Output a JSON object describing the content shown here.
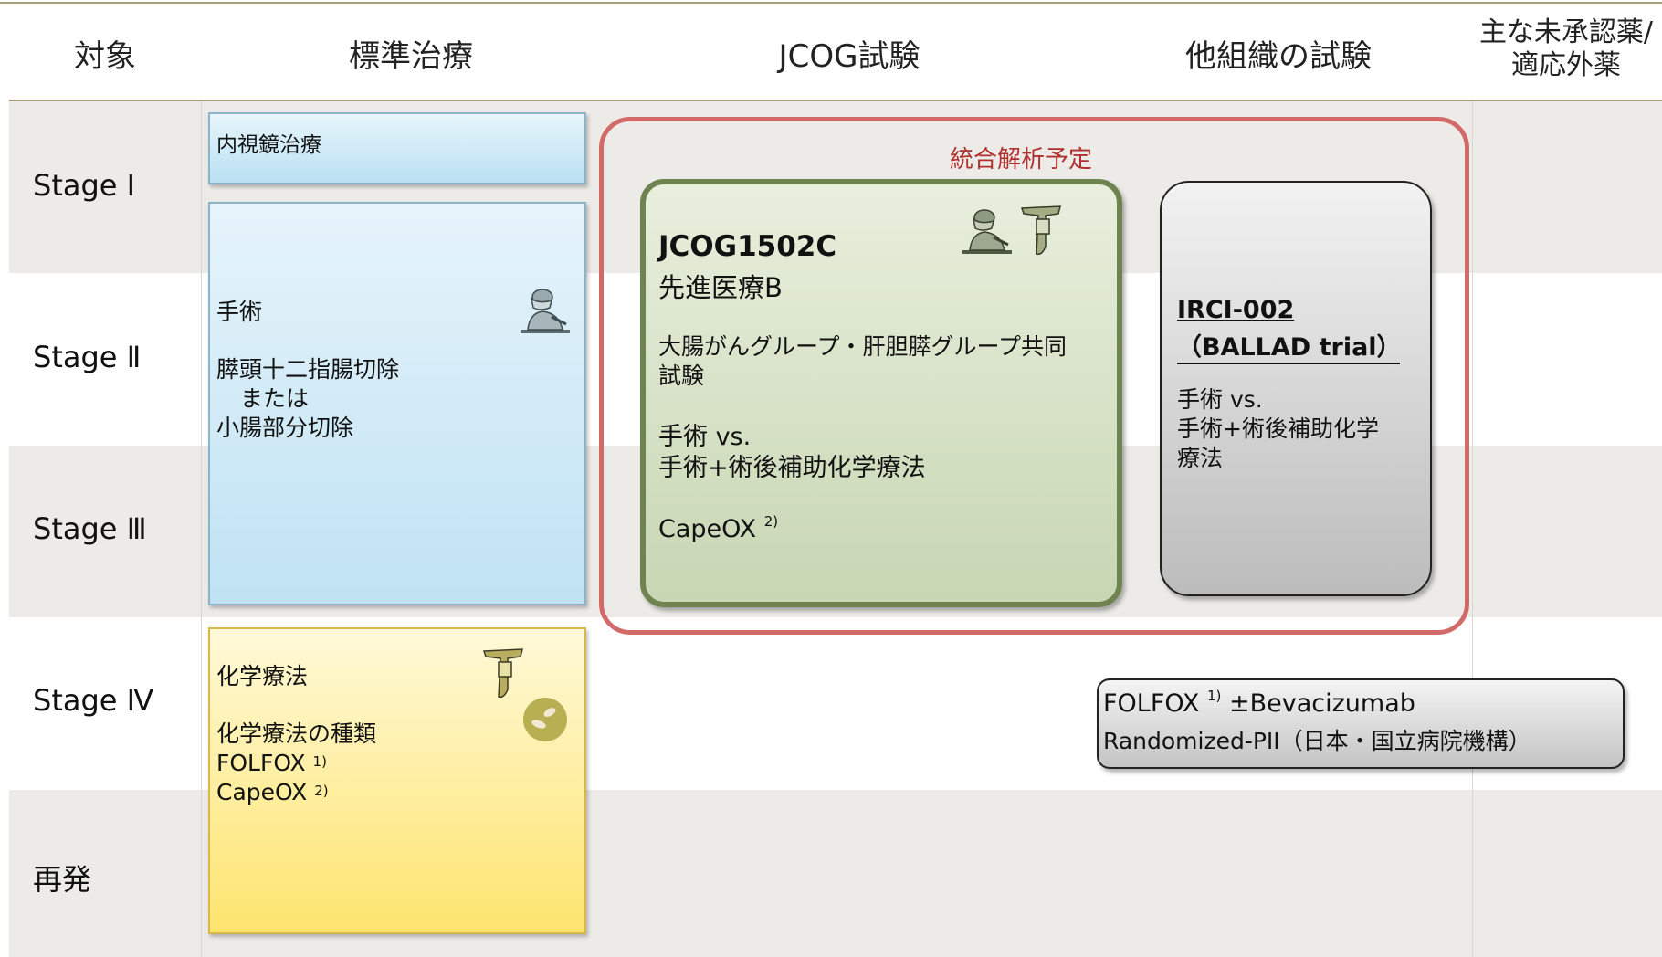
{
  "header": {
    "col_target": "対象",
    "col_standard": "標準治療",
    "col_jcog": "JCOG試験",
    "col_other": "他組織の試験",
    "col_unapproved_1": "主な未承認薬/",
    "col_unapproved_2": "適応外薬"
  },
  "stages": [
    "Stage Ⅰ",
    "Stage Ⅱ",
    "Stage Ⅲ",
    "Stage Ⅳ",
    "再発"
  ],
  "standard": {
    "endoscopic": "内視鏡治療",
    "surgery_title": "手術",
    "surgery_line1": "膵頭十二指腸切除",
    "surgery_line2": "または",
    "surgery_line3": "小腸部分切除",
    "chemo_title": "化学療法",
    "chemo_types": "化学療法の種類",
    "chemo_folfox": "FOLFOX",
    "chemo_folfox_ref": "1)",
    "chemo_capeox": "CapeOX",
    "chemo_capeox_ref": "2)"
  },
  "integrated_label": "統合解析予定",
  "jcog": {
    "id": "JCOG1502C",
    "subtitle": "先進医療B",
    "group_line1": "大腸がんグループ・肝胆膵グループ共同",
    "group_line2": "試験",
    "arm_line1": "手術 vs.",
    "arm_line2": "手術+術後補助化学療法",
    "regimen": "CapeOX",
    "regimen_ref": "2)"
  },
  "other": {
    "id": "IRCI-002",
    "trial_name": "（BALLAD trial）",
    "arm_line1": "手術 vs.",
    "arm_line2": "手術+術後補助化学",
    "arm_line3": "療法"
  },
  "stage4_trial": {
    "line1_a": "FOLFOX",
    "line1_ref": "1)",
    "line1_b": "±Bevacizumab",
    "line2": "Randomized-PII（日本・国立病院機構）"
  },
  "icons": [
    "surgeon-icon",
    "iv-drip-icon",
    "pill-icon"
  ],
  "colors": {
    "integrated_border": "#d26a6a",
    "integrated_label": "#b03030",
    "jcog_border": "#6f8350",
    "jcog_fill": "#d4e0c2",
    "endoscopic_fill": "#c7e7f5",
    "surgery_fill": "#d0eaf7",
    "chemo_fill": "#fff3b0",
    "band": "#ecebe7"
  }
}
